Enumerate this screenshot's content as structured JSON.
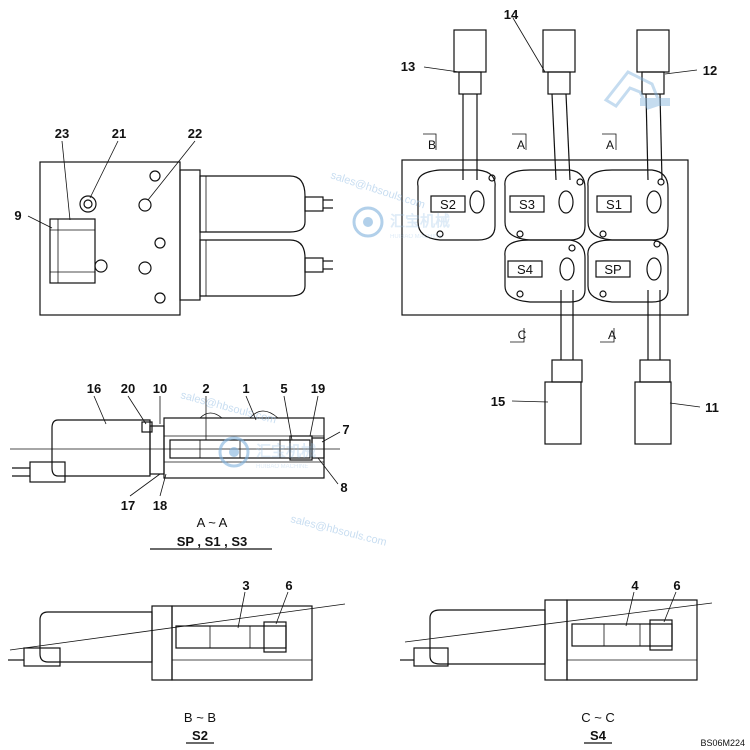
{
  "labels": {
    "l1": "1",
    "l2": "2",
    "l3": "3",
    "l4": "4",
    "l5": "5",
    "l6": "6",
    "l7": "7",
    "l8": "8",
    "l9": "9",
    "l10": "10",
    "l11": "11",
    "l12": "12",
    "l13": "13",
    "l14": "14",
    "l15": "15",
    "l16": "16",
    "l17": "17",
    "l18": "18",
    "l19": "19",
    "l20": "20",
    "l21": "21",
    "l22": "22",
    "l23": "23",
    "l6b": "6"
  },
  "section_markers": {
    "b": "B",
    "a1": "A",
    "a2": "A",
    "c": "C",
    "a3": "A"
  },
  "valves": {
    "s2": "S2",
    "s3": "S3",
    "s1": "S1",
    "s4": "S4",
    "sp": "SP"
  },
  "captions": {
    "aa_title": "A ~ A",
    "aa_sub": "SP , S1 , S3",
    "bb_title": "B ~ B",
    "bb_sub": "S2",
    "cc_title": "C ~ C",
    "cc_sub": "S4"
  },
  "drawing_code": "BS06M224",
  "watermark": {
    "email": "sales@hbsouls.com",
    "brand_cn": "汇宝机械",
    "brand_en": "HUIBAO MACHINE"
  }
}
